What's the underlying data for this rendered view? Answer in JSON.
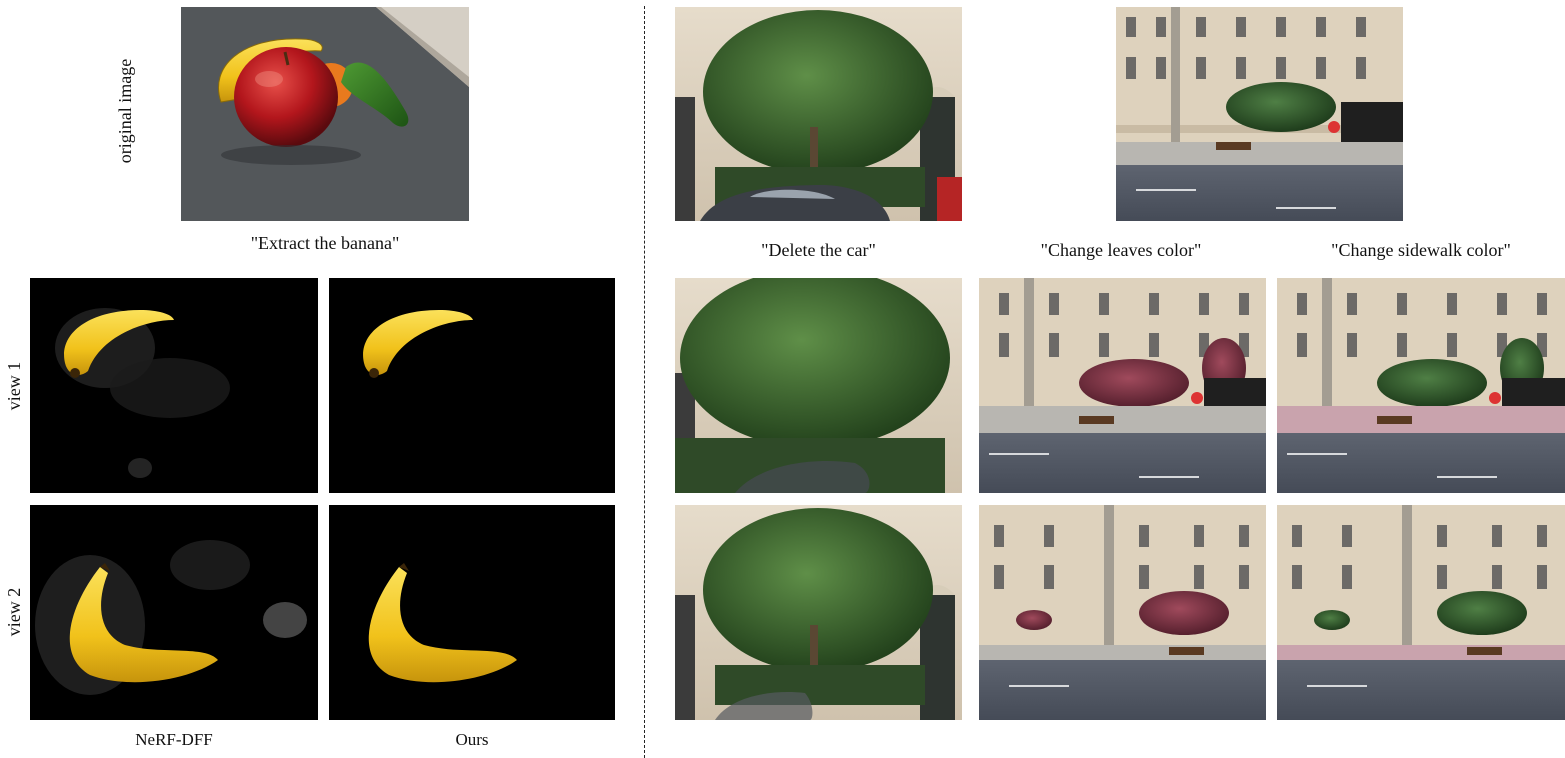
{
  "left": {
    "original_label": "original image",
    "prompt": "\"Extract the banana\"",
    "view1_label": "view 1",
    "view2_label": "view 2",
    "col1_label": "NeRF-DFF",
    "col2_label": "Ours"
  },
  "right": {
    "prompt1": "\"Delete the car\"",
    "prompt2": "\"Change leaves color\"",
    "prompt3": "\"Change sidewalk color\""
  }
}
